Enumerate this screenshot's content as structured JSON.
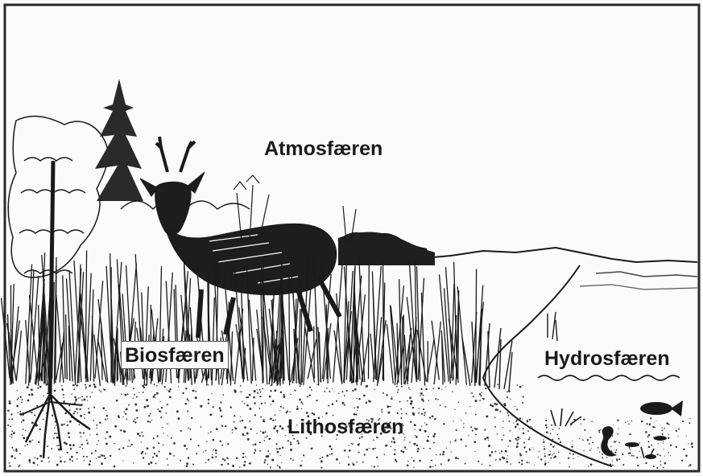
{
  "labels": {
    "atmosphere": "Atmosfæren",
    "biosphere": "Biosfæren",
    "hydrosphere": "Hydrosfæren",
    "lithosphere": "Lithosfæren"
  },
  "style": {
    "ink": "#1a1a1a",
    "paper": "#fbfbf9"
  }
}
